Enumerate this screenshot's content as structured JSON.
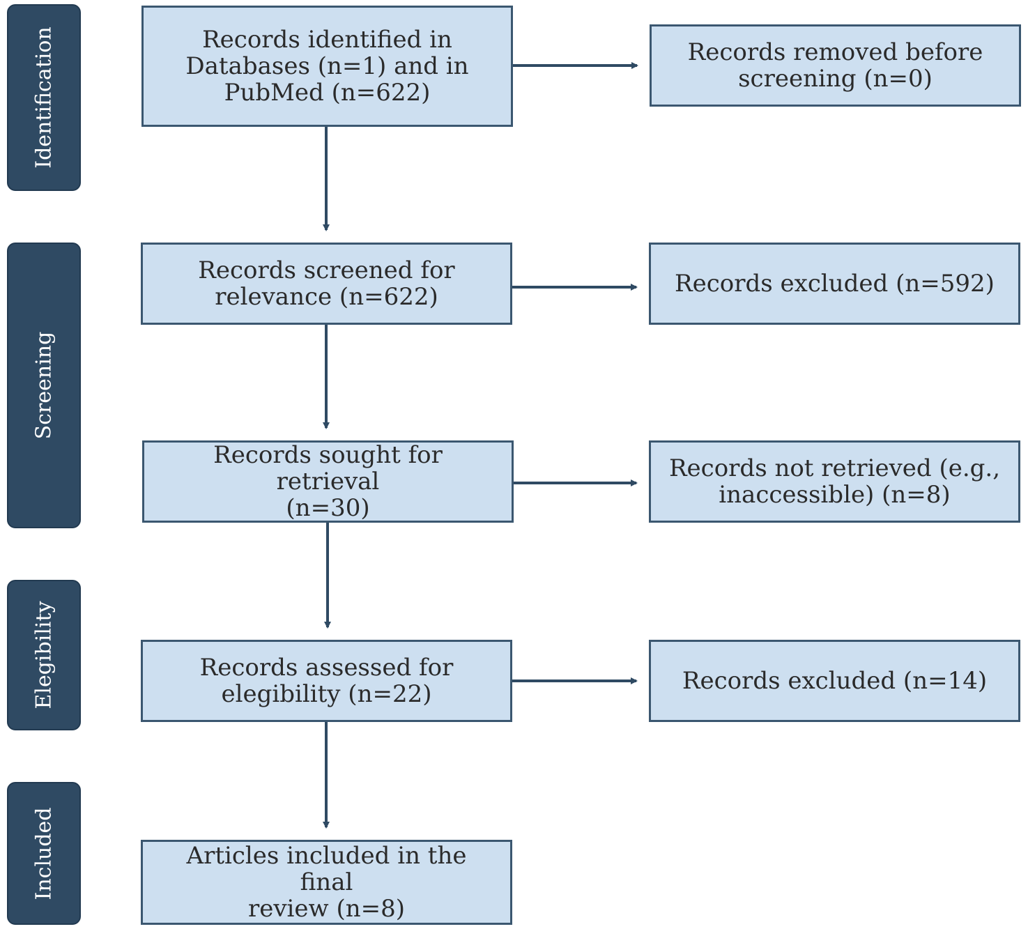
{
  "stages": {
    "identification": "Identification",
    "screening": "Screening",
    "elegibility": "Elegibility",
    "included": "Included"
  },
  "main": {
    "identified": "Records identified in\nDatabases (n=1) and in\nPubMed (n=622)",
    "screened": "Records screened for\nrelevance (n=622)",
    "sought": "Records sought for retrieval\n(n=30)",
    "assessed": "Records assessed for\nelegibility (n=22)",
    "included": "Articles included in the final\nreview (n=8)"
  },
  "side": {
    "removed": "Records removed before\nscreening (n=0)",
    "excluded_screening": "Records excluded (n=592)",
    "not_retrieved": "Records not retrieved (e.g.,\ninaccessible) (n=8)",
    "excluded_elegibility": "Records excluded (n=14)"
  },
  "colors": {
    "stage_fill": "#2f4a63",
    "box_fill": "#cddff0",
    "box_border": "#3b5770",
    "arrow": "#2f4a63"
  }
}
